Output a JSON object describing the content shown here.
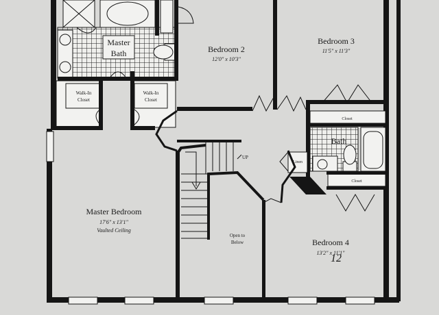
{
  "rooms": {
    "master_bath": {
      "line1": "Master",
      "line2": "Bath"
    },
    "bedroom2": {
      "title": "Bedroom 2",
      "dims": "12'0\" x 10'3\""
    },
    "bedroom3": {
      "title": "Bedroom 3",
      "dims": "11'5\" x 11'3\""
    },
    "walkin_left": {
      "line1": "Walk-In",
      "line2": "Closet"
    },
    "walkin_right": {
      "line1": "Walk-In",
      "line2": "Closet"
    },
    "closet_upper": {
      "label": "Closet"
    },
    "bath": {
      "label": "Bath"
    },
    "linen": {
      "label": "Linen"
    },
    "closet_lower": {
      "label": "Closet"
    },
    "stairs": {
      "label": "UP"
    },
    "open_below": {
      "line1": "Open to",
      "line2": "Below"
    },
    "master_bedroom": {
      "title": "Master Bedroom",
      "dims": "17'6\" x 13'1\"",
      "note": "Vaulted Ceiling"
    },
    "bedroom4": {
      "title": "Bedroom 4",
      "dims": "13'2\" x 11'1\"",
      "handwritten": "12"
    }
  },
  "colors": {
    "paper": "#d8d8d6",
    "ink": "#151515"
  }
}
